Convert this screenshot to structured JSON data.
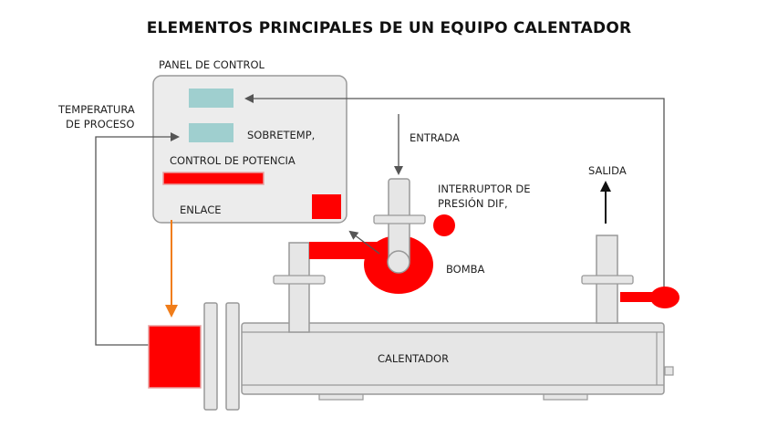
{
  "title": "ELEMENTOS PRINCIPALES DE UN EQUIPO CALENTADOR",
  "labels": {
    "panel": "PANEL DE CONTROL",
    "process_temp_line1": "TEMPERATURA",
    "process_temp_line2": "DE PROCESO",
    "overtemp": "SOBRETEMP,",
    "power_control": "CONTROL DE POTENCIA",
    "link": "ENLACE",
    "inlet": "ENTRADA",
    "outlet": "SALIDA",
    "pressure_switch_line1": "INTERRUPTOR DE",
    "pressure_switch_line2": "PRESIÓN DIF,",
    "pump": "BOMBA",
    "heater": "CALENTADOR"
  },
  "colors": {
    "red": "#ff0000",
    "orange": "#f07d1a",
    "display": "#9fcfcf",
    "panel_fill": "#ececec",
    "equipment_fill": "#e6e6e6",
    "line": "#555555"
  }
}
